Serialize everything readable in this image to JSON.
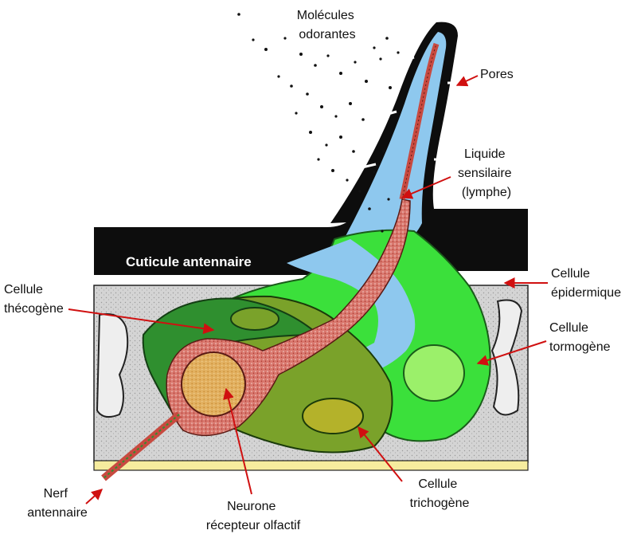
{
  "labels": {
    "molecules": [
      "Molécules",
      "odorantes"
    ],
    "pores": [
      "Pores"
    ],
    "liquide": [
      "Liquide",
      "sensilaire",
      "(lymphe)"
    ],
    "cuticule": [
      "Cuticule antennaire"
    ],
    "thecogene": [
      "Cellule",
      "thécogène"
    ],
    "epidermique": [
      "Cellule",
      "épidermique"
    ],
    "tormogene": [
      "Cellule",
      "tormogène"
    ],
    "nerf": [
      "Nerf",
      "antennaire"
    ],
    "neurone": [
      "Neurone",
      "récepteur olfactif"
    ],
    "trichogene": [
      "Cellule",
      "trichogène"
    ]
  },
  "colors": {
    "cuticle": "#0d0d0d",
    "epidermis": "#d9d9d9",
    "lymph": "#8ec8ee",
    "neuron": "#c84a40",
    "tormogen": "#3be03b",
    "trichogen": "#7aa22a",
    "thecogen": "#2f8f2f",
    "nucleus_neuron": "#e0a850",
    "arrow": "#d01010"
  }
}
